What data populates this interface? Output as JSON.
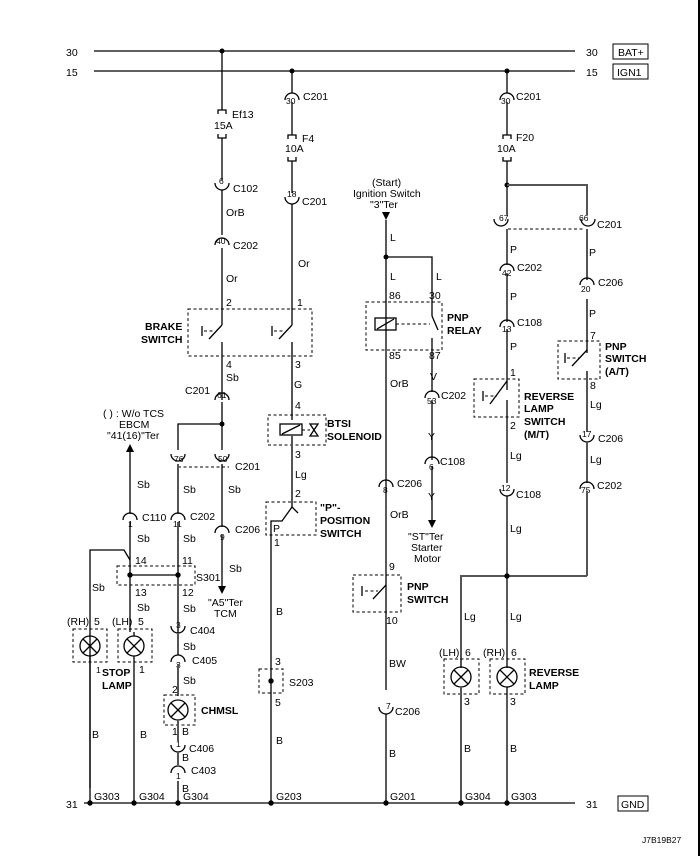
{
  "diagram": {
    "title": "Stop Lamp / Reverse Lamp / PNP Relay Wiring",
    "code": "J7B19B27",
    "rails": {
      "bat": {
        "number": "30",
        "label": "BAT+"
      },
      "ign": {
        "number": "15",
        "label": "IGN1"
      },
      "gnd": {
        "number": "31",
        "label": "GND"
      }
    },
    "fuses": {
      "ef13": {
        "name": "Ef13",
        "rating": "15A"
      },
      "f4": {
        "name": "F4",
        "rating": "10A"
      },
      "f20": {
        "name": "F20",
        "rating": "10A"
      }
    },
    "connectors": {
      "c201": "C201",
      "c102": "C102",
      "c202": "C202",
      "c206": "C206",
      "c108": "C108",
      "c110": "C110",
      "c404": "C404",
      "c405": "C405",
      "c406": "C406",
      "c403": "C403"
    },
    "pins": {
      "p30a": "30",
      "p6": "6",
      "p18": "18",
      "p40": "40",
      "p61": "61",
      "p76": "76",
      "p50": "50",
      "p1": "1",
      "p11": "11",
      "p9": "9",
      "p3a": "3",
      "p3b": "3",
      "p1b": "1",
      "p1c": "1",
      "p8": "8",
      "p53": "53",
      "p6b": "6",
      "p7": "7",
      "p30b": "30",
      "p67": "67",
      "p66": "66",
      "p42": "42",
      "p20": "20",
      "p13": "13",
      "p17": "17",
      "p12": "12",
      "p75": "75"
    },
    "terminals": {
      "brake_2": "2",
      "brake_1": "1",
      "brake_4": "4",
      "brake_3": "3",
      "btsi_4": "4",
      "btsi_3": "3",
      "ppos_2": "2",
      "ppos_1": "1",
      "s301_14": "14",
      "s301_11": "11",
      "s301_13": "13",
      "s301_12": "12",
      "stop_rh_5": "5",
      "stop_lh_5": "5",
      "stop_rh_1": "1",
      "stop_lh_1": "1",
      "chmsl_2": "2",
      "chmsl_1": "1",
      "s203_3": "3",
      "s203_5": "5",
      "relay_86": "86",
      "relay_30": "30",
      "relay_85": "85",
      "relay_87": "87",
      "pnp_9": "9",
      "pnp_10": "10",
      "rev_sw_1": "1",
      "rev_sw_2": "2",
      "pnp_at_7": "7",
      "pnp_at_8": "8",
      "rev_lh_6": "6",
      "rev_rh_6": "6",
      "rev_lh_3": "3",
      "rev_rh_3": "3",
      "p_letter": "P"
    },
    "wire_colors": {
      "orb": "OrB",
      "or": "Or",
      "sb": "Sb",
      "g": "G",
      "lg": "Lg",
      "l": "L",
      "v": "V",
      "y": "Y",
      "p": "P",
      "b": "B",
      "bw": "BW"
    },
    "components": {
      "brake_switch": [
        "BRAKE",
        "SWITCH"
      ],
      "btsi": [
        "BTSI",
        "SOLENOID"
      ],
      "p_position": [
        "\"P\"-",
        "POSITION",
        "SWITCH"
      ],
      "pnp_relay": [
        "PNP",
        "RELAY"
      ],
      "pnp_switch": [
        "PNP",
        "SWITCH"
      ],
      "reverse_lamp_switch": [
        "REVERSE",
        "LAMP",
        "SWITCH",
        "(M/T)"
      ],
      "pnp_switch_at": [
        "PNP",
        "SWITCH",
        "(A/T)"
      ],
      "stop_lamp": [
        "STOP",
        "LAMP"
      ],
      "chmsl": "CHMSL",
      "reverse_lamp": [
        "REVERSE",
        "LAMP"
      ],
      "s301": "S301",
      "s203": "S203",
      "rh": "(RH)",
      "lh": "(LH)"
    },
    "references": {
      "ebcm": [
        "( ) : W/o TCS",
        "EBCM",
        "\"41(16)\"Ter"
      ],
      "ignition": [
        "(Start)",
        "Ignition Switch",
        "\"3\"Ter"
      ],
      "tcm": [
        "\"A5\"Ter",
        "TCM"
      ],
      "starter": [
        "\"ST\"Ter",
        "Starter",
        "Motor"
      ]
    },
    "grounds": [
      "G303",
      "G304",
      "G304",
      "G203",
      "G201",
      "G304",
      "G303"
    ]
  }
}
